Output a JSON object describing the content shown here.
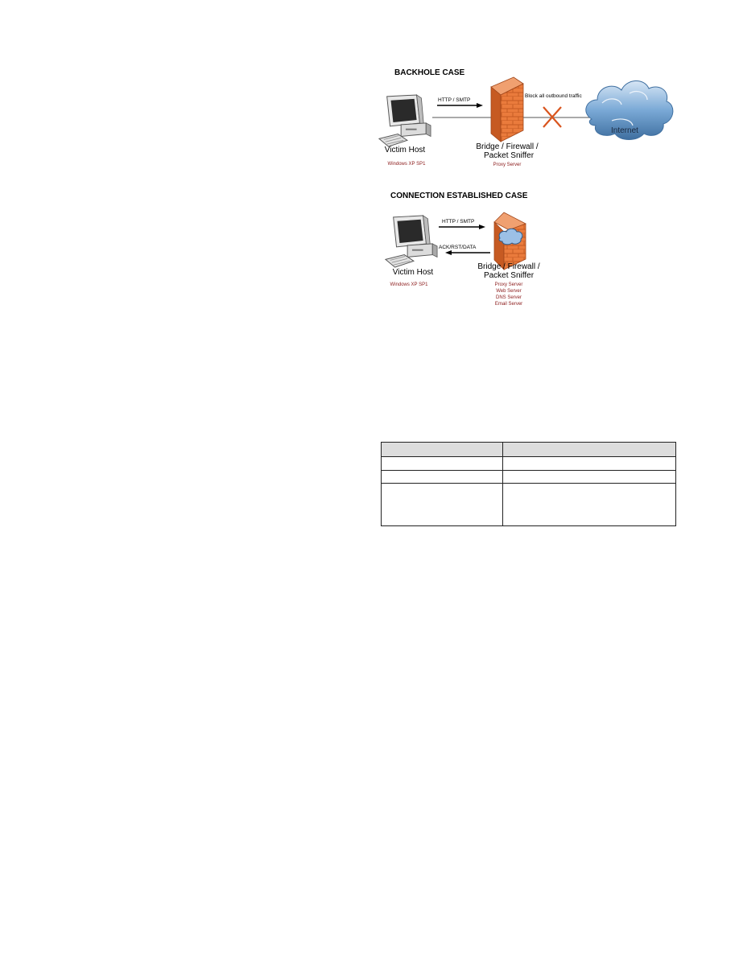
{
  "top_case": {
    "title": "BACKHOLE CASE",
    "arrow_label": "HTTP / SMTP",
    "block_label": "Block all outbound traffic",
    "internet_label": "Internet",
    "victim": {
      "name": "Victim Host",
      "os": "Windows XP SP1"
    },
    "bridge": {
      "name_line1": "Bridge / Firewall /",
      "name_line2": "Packet Sniffer",
      "roles": [
        "Proxy Server"
      ]
    }
  },
  "bottom_case": {
    "title": "CONNECTION ESTABLISHED CASE",
    "arrow_out_label": "HTTP / SMTP",
    "arrow_in_label": "ACK/RST/DATA",
    "victim": {
      "name": "Victim Host",
      "os": "Windows XP SP1"
    },
    "bridge": {
      "name_line1": "Bridge / Firewall /",
      "name_line2": "Packet Sniffer",
      "roles": [
        "Proxy Server",
        "Web Server",
        "DNS Server",
        "Email Server"
      ]
    }
  },
  "colors": {
    "firewall": "#e8793a",
    "firewall_dark": "#b8501c",
    "block_x": "#d9551e",
    "cloud": "#6fa0cf",
    "os_text": "#8b1a1a"
  },
  "table": {
    "header": [
      "",
      ""
    ],
    "rows": [
      [
        "",
        ""
      ],
      [
        "",
        ""
      ],
      [
        "",
        ""
      ]
    ]
  }
}
